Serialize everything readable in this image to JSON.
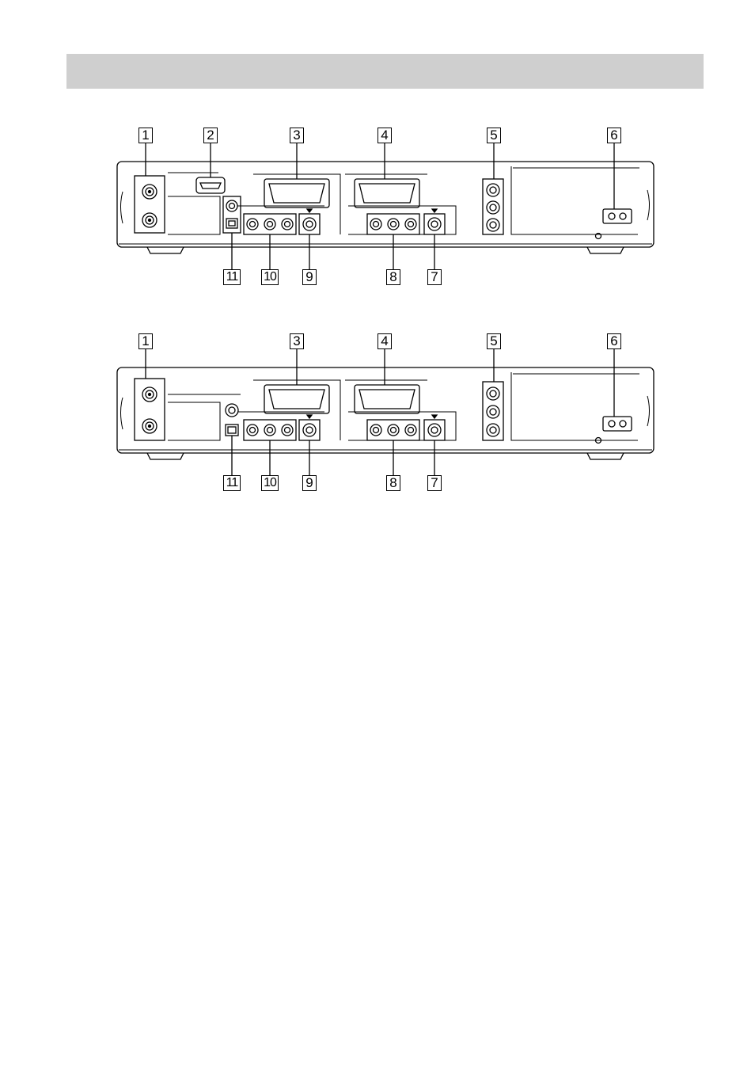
{
  "header": {
    "background": "#cfcfcf"
  },
  "diagrams": [
    {
      "id": "top",
      "model_variant": "with-hdmi",
      "callouts_top": [
        "1",
        "2",
        "3",
        "4",
        "5",
        "6"
      ],
      "callouts_bottom": [
        "11",
        "10",
        "9",
        "8",
        "7"
      ]
    },
    {
      "id": "bottom",
      "model_variant": "without-hdmi",
      "callouts_top": [
        "1",
        "3",
        "4",
        "5",
        "6"
      ],
      "callouts_bottom": [
        "11",
        "10",
        "9",
        "8",
        "7"
      ]
    }
  ],
  "icons": {
    "antenna-in": "coax-connector-icon",
    "hdmi": "hdmi-port-icon",
    "scart": "scart-connector-icon",
    "rca": "rca-jack-icon",
    "s-video": "s-video-jack-icon",
    "optical": "optical-port-icon",
    "power": "ac-inlet-icon"
  }
}
